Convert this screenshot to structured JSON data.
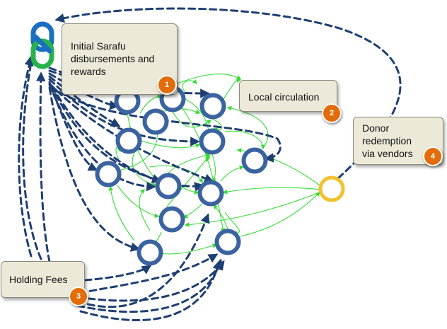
{
  "callouts": [
    {
      "text": "Initial Sarafu\ndisbursements and\nrewards",
      "badge": "1"
    },
    {
      "text": "Local circulation",
      "badge": "2"
    },
    {
      "text": "Holding Fees",
      "badge": "3"
    },
    {
      "text": "Donor\nredemption\nvia vendors",
      "badge": "4"
    }
  ],
  "colors": {
    "node_ring": "#3a63a0",
    "dashed_flow": "#1f3f72",
    "local_flow": "#33dd33",
    "vendor_ring": "#f2c12e",
    "callout_fill": "#ece9d8",
    "badge_fill": "#e36c0a",
    "logo_blue": "#1a6fc0",
    "logo_green": "#27b34b"
  },
  "logo": {
    "icon": "sarafu-chain-logo-icon"
  }
}
